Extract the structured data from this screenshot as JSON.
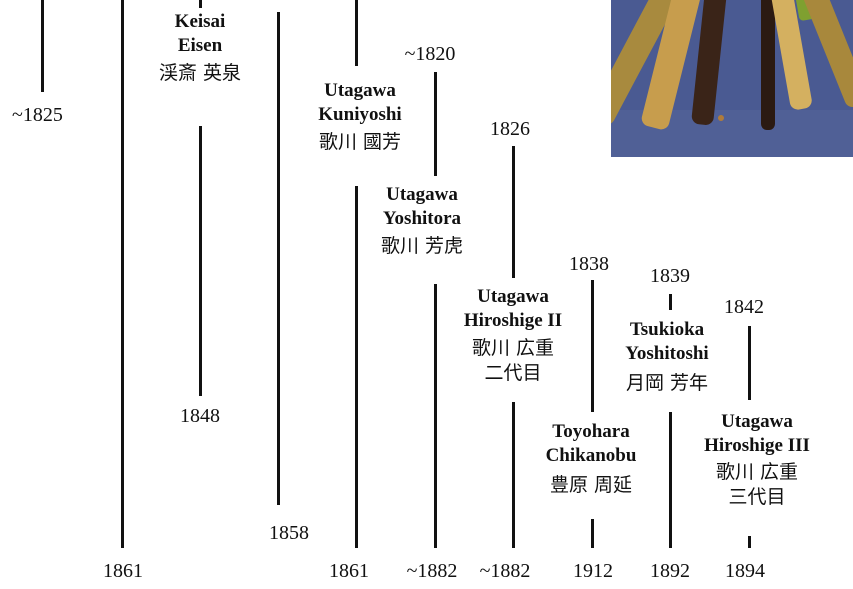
{
  "artists": [
    {
      "key": "kuniyoshi_prev",
      "start": "",
      "end": "~1825"
    },
    {
      "key": "col2",
      "start": "",
      "end": "1861"
    },
    {
      "key": "eisen",
      "name": [
        "Keisai",
        "Eisen"
      ],
      "kanji": [
        "渓斎 英泉"
      ],
      "start": "",
      "end": "1848"
    },
    {
      "key": "col4",
      "start": "",
      "end": "1858"
    },
    {
      "key": "kuniyoshi",
      "name": [
        "Utagawa",
        "Kuniyoshi"
      ],
      "kanji": [
        "歌川 國芳"
      ],
      "start": "",
      "end": "1861"
    },
    {
      "key": "yoshitora",
      "name": [
        "Utagawa",
        "Yoshitora"
      ],
      "kanji": [
        "歌川 芳虎"
      ],
      "start": "~1820",
      "end": "~1882"
    },
    {
      "key": "hiroshige2",
      "name": [
        "Utagawa",
        "Hiroshige II"
      ],
      "kanji": [
        "歌川 広重",
        "二代目"
      ],
      "start": "1826",
      "end": "~1882"
    },
    {
      "key": "chikanobu",
      "name": [
        "Toyohara",
        "Chikanobu"
      ],
      "kanji": [
        "豊原 周延"
      ],
      "start": "1838",
      "end": "1912"
    },
    {
      "key": "yoshitoshi",
      "name": [
        "Tsukioka",
        "Yoshitoshi"
      ],
      "kanji": [
        "月岡 芳年"
      ],
      "start": "1839",
      "end": "1892"
    },
    {
      "key": "hiroshige3",
      "name": [
        "Utagawa",
        "Hiroshige III"
      ],
      "kanji": [
        "歌川 広重",
        "三代目"
      ],
      "start": "1842",
      "end": "1894"
    }
  ],
  "photo": {
    "subject": "fan-of-wooden-brush-handles",
    "background_color": "#4a5a92"
  },
  "colors": {
    "line": "#111111",
    "text": "#111111",
    "background": "#ffffff"
  }
}
